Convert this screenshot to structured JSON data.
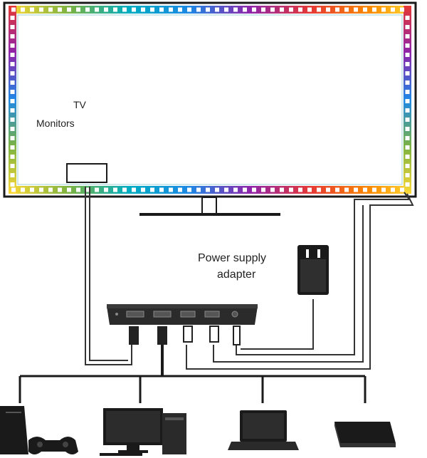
{
  "labels": {
    "tv": "TV",
    "monitors": "Monitors",
    "power_line1": "Power supply",
    "power_line2": "adapter"
  },
  "colors": {
    "frame": "#1a1a1a",
    "cable": "#333333",
    "cable_fill": "#ffffff",
    "led_palette": [
      "#e53935",
      "#fb8c00",
      "#fdd835",
      "#7cb342",
      "#00acc1",
      "#1e88e5",
      "#8e24aa",
      "#d81b60"
    ],
    "led_dot": "#ffffff"
  },
  "devices": [
    {
      "name": "game-console-icon"
    },
    {
      "name": "desktop-pc-icon"
    },
    {
      "name": "laptop-icon"
    },
    {
      "name": "tv-box-icon"
    }
  ],
  "hub_ports": [
    "hdmi-in",
    "hdmi-out",
    "usb",
    "usb",
    "dc-in"
  ]
}
